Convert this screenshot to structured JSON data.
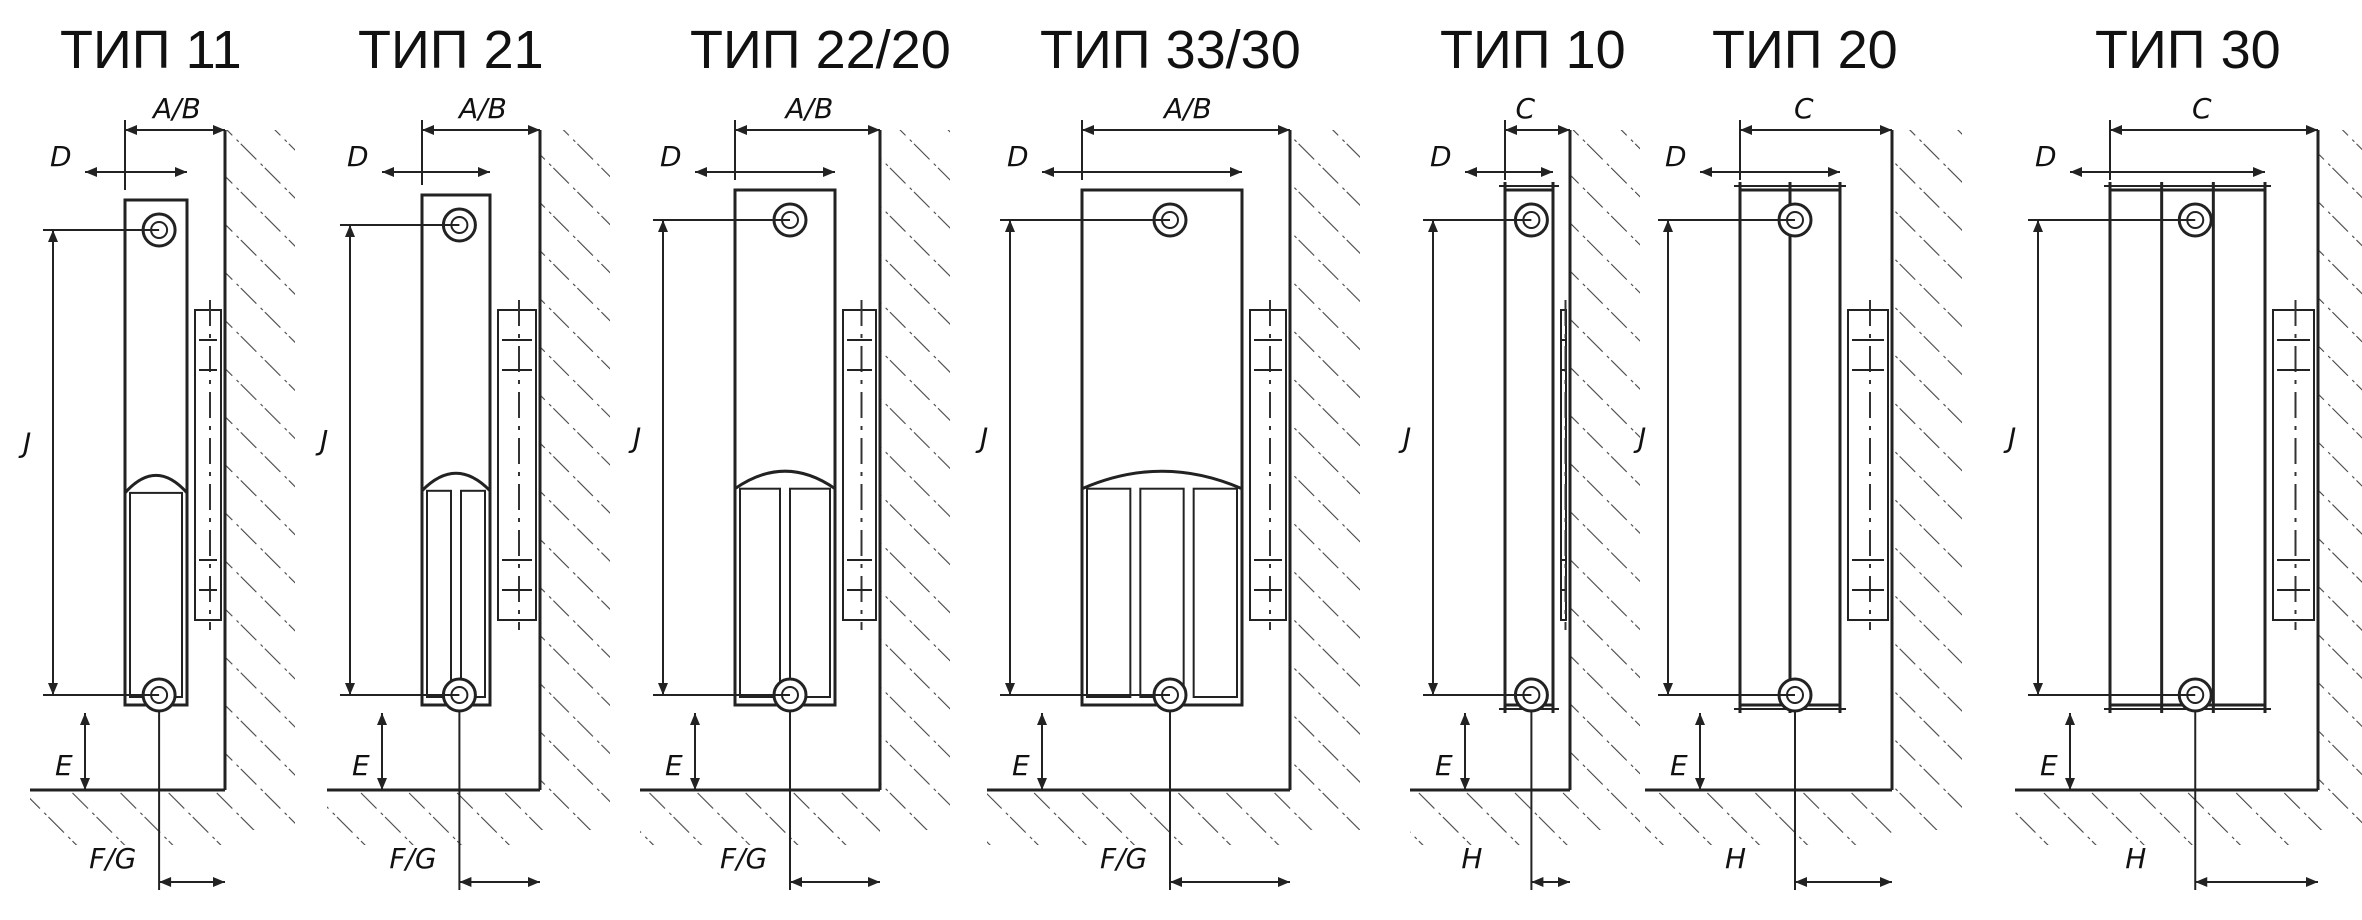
{
  "panels": [
    {
      "title": "ТИП 11",
      "width_label": "A/B",
      "depth_label": "D",
      "height_label": "J",
      "offset_label": "E",
      "bottom_label": "F/G",
      "sections": 1,
      "kind": "panel"
    },
    {
      "title": "ТИП 21",
      "width_label": "A/B",
      "depth_label": "D",
      "height_label": "J",
      "offset_label": "E",
      "bottom_label": "F/G",
      "sections": 2,
      "kind": "panel"
    },
    {
      "title": "ТИП 22/20",
      "width_label": "A/B",
      "depth_label": "D",
      "height_label": "J",
      "offset_label": "E",
      "bottom_label": "F/G",
      "sections": 2,
      "kind": "panel"
    },
    {
      "title": "ТИП 33/30",
      "width_label": "A/B",
      "depth_label": "D",
      "height_label": "J",
      "offset_label": "E",
      "bottom_label": "F/G",
      "sections": 3,
      "kind": "panel"
    },
    {
      "title": "ТИП 10",
      "width_label": "C",
      "depth_label": "D",
      "height_label": "J",
      "offset_label": "E",
      "bottom_label": "H",
      "sections": 1,
      "kind": "plain"
    },
    {
      "title": "ТИП 20",
      "width_label": "C",
      "depth_label": "D",
      "height_label": "J",
      "offset_label": "E",
      "bottom_label": "H",
      "sections": 2,
      "kind": "plain"
    },
    {
      "title": "ТИП 30",
      "width_label": "C",
      "depth_label": "D",
      "height_label": "J",
      "offset_label": "E",
      "bottom_label": "H",
      "sections": 3,
      "kind": "plain"
    }
  ]
}
